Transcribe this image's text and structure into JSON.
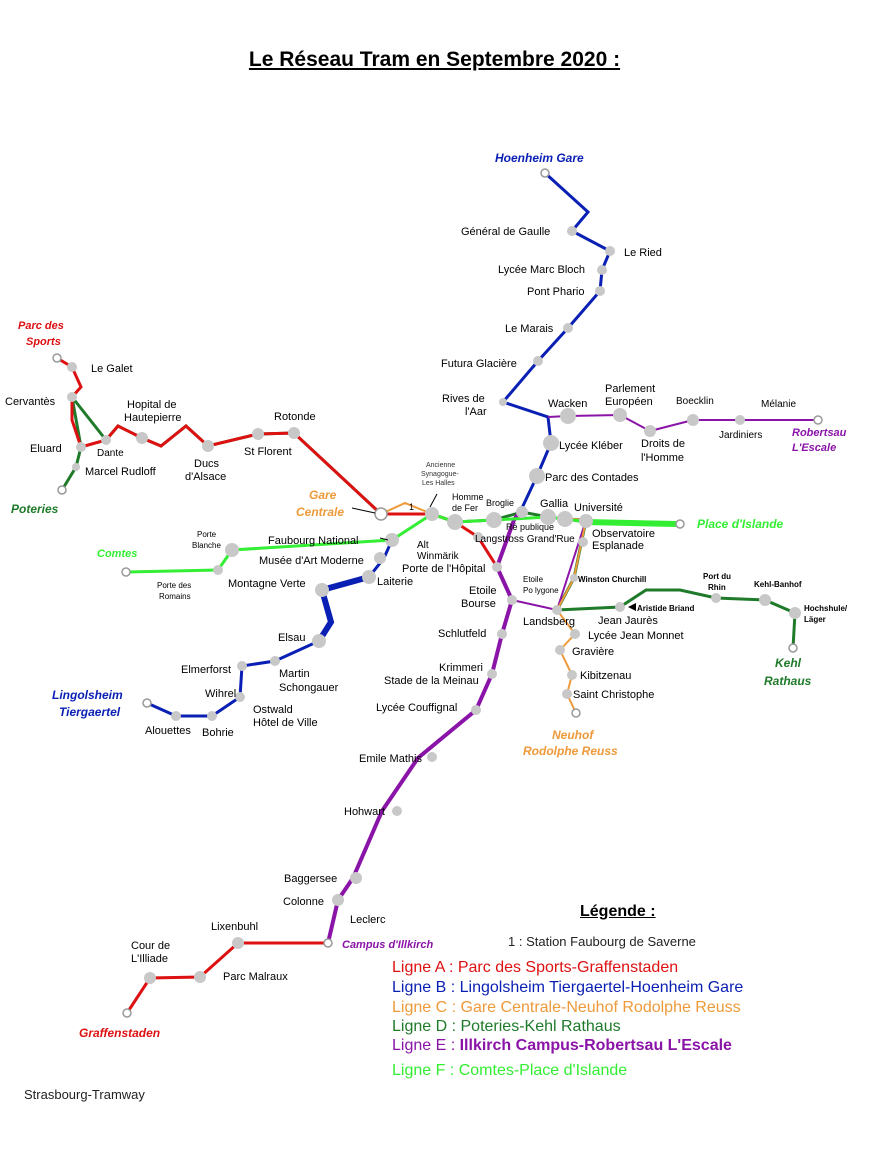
{
  "title": "Le Réseau Tram en Septembre 2020 :",
  "credit": "Strasbourg-Tramway",
  "colors": {
    "line_a": "#dd1111",
    "line_b": "#0a1fb4",
    "line_c": "#ee9a3a",
    "line_d": "#1f7a2a",
    "line_e": "#8b14a8",
    "line_f": "#33ee33",
    "station": "#c8c8c8"
  },
  "legend": {
    "title": "Légende :",
    "note": "1 : Station Faubourg de Saverne",
    "lines": [
      {
        "prefix": "Ligne A",
        "route": "Parc des Sports-Graffenstaden"
      },
      {
        "prefix": "Ligne B",
        "route": "Lingolsheim Tiergaertel-Hoenheim Gare"
      },
      {
        "prefix": "Ligne C",
        "route": "Gare Centrale-Neuhof Rodolphe Reuss"
      },
      {
        "prefix": "Ligne D",
        "route": "Poteries-Kehl Rathaus"
      },
      {
        "prefix": "Ligne E",
        "route": "Illkirch Campus-Robertsau L'Escale"
      },
      {
        "prefix": "Ligne F",
        "route": "Comtes-Place d'Islande"
      }
    ],
    "separator": " : "
  },
  "terminus_labels": {
    "hoenheim": "Hoenheim Gare",
    "parc_sports": [
      "Parc des",
      "Sports"
    ],
    "poteries": "Poteries",
    "gare": [
      "Gare",
      "Centrale"
    ],
    "comtes": "Comtes",
    "lingolsheim": [
      "Lingolsheim",
      "Tiergaertel"
    ],
    "robertsau": [
      "Robertsau",
      "L'Escale"
    ],
    "place_islande": "Place d'Islande",
    "kehl": [
      "Kehl",
      "Rathaus"
    ],
    "neuhof": [
      "Neuhof",
      "Rodolphe Reuss"
    ],
    "campus": "Campus d'Illkirch",
    "graffenstaden": "Graffenstaden"
  },
  "station_labels": {
    "general_de_gaulle": "Général de Gaulle",
    "le_ried": "Le Ried",
    "lycee_marc_bloch": "Lycée Marc Bloch",
    "pont_phario": "Pont Phario",
    "le_marais": "Le Marais",
    "futura": "Futura Glacière",
    "rives_aar": [
      "Rives de",
      "l'Aar"
    ],
    "wacken": "Wacken",
    "parlement": [
      "Parlement",
      "Européen"
    ],
    "boecklin": "Boecklin",
    "melanie": "Mélanie",
    "jardiniers": "Jardiniers",
    "droits_homme": [
      "Droits de",
      "l'Homme"
    ],
    "lycee_kleber": "Lycée Kléber",
    "parc_contades": "Parc des Contades",
    "universite": "Université",
    "gallia": "Gallia",
    "observatoire": "Observatoire",
    "esplanade": "Esplanade",
    "broglie": "Broglie",
    "republique": "Ré publique",
    "homme_de_fer": [
      "Homme",
      "de Fer"
    ],
    "synagogue": [
      "Ancienne",
      "Synagogue-",
      "Les Halles"
    ],
    "langstross": "Langstross Grand'Rue",
    "alt_winmarik": [
      "Alt",
      "Winmärik"
    ],
    "porte_hopital": "Porte de l'Hôpital",
    "faubourg_national": "Faubourg National",
    "station_one": "1",
    "musee": "Musée d'Art Moderne",
    "porte_blanche": [
      "Porte",
      "Blanche"
    ],
    "porte_romains": [
      "Porte des",
      "Romains"
    ],
    "laiterie": "Laiterie",
    "montagne_verte": "Montagne Verte",
    "elsau": "Elsau",
    "elmerforst": "Elmerforst",
    "martin": [
      "Martin",
      "Schongauer"
    ],
    "wihrel": "Wihrel",
    "ostwald": [
      "Ostwald",
      "Hôtel de Ville"
    ],
    "alouettes": "Alouettes",
    "bohrie": "Bohrie",
    "le_galet": "Le Galet",
    "cervantes": "Cervantès",
    "eluard": "Eluard",
    "dante": "Dante",
    "marcel_rudloff": "Marcel Rudloff",
    "hautepierre": [
      "Hopital de",
      "Hautepierre"
    ],
    "ducs_alsace": [
      "Ducs",
      "d'Alsace"
    ],
    "rotonde": "Rotonde",
    "st_florent": "St Florent",
    "etoile_bourse": [
      "Etoile",
      "Bourse"
    ],
    "etoile_polygone": [
      "Etoile",
      "Po lygone"
    ],
    "winston": "Winston Churchill",
    "schlutfeld": "Schlutfeld",
    "landsberg": "Landsberg",
    "jean_jaures": "Jean Jaurès",
    "aristide_briand": "Aristide Briand",
    "port_du_rhin": [
      "Port du",
      "Rhin"
    ],
    "kehl_banhof": "Kehl-Banhof",
    "hochshule": [
      "Hochshule/",
      "Läger"
    ],
    "lycee_jean_monnet": "Lycée Jean Monnet",
    "graviere": "Gravière",
    "kibitzenau": "Kibitzenau",
    "saint_christophe": "Saint Christophe",
    "krimmeri": [
      "Krimmeri",
      "Stade de la Meinau"
    ],
    "lycee_couffignal": "Lycée Couffignal",
    "emile_mathis": "Emile Mathis",
    "hohwart": "Hohwart",
    "baggersee": "Baggersee",
    "colonne": "Colonne",
    "leclerc": "Leclerc",
    "lixenbuhl": "Lixenbuhl",
    "cour_illiade": [
      "Cour de",
      "L'Illiade"
    ],
    "parc_malraux": "Parc Malraux"
  }
}
